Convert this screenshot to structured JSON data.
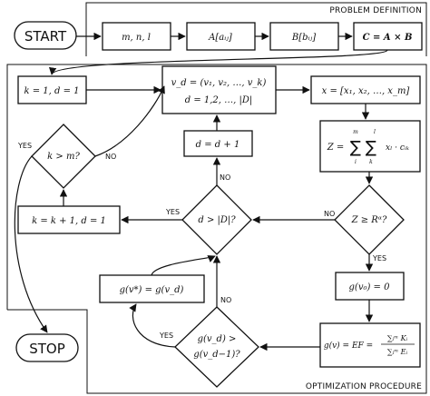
{
  "sections": {
    "problem_definition": "PROBLEM DEFINITION",
    "optimization_procedure": "OPTIMIZATION PROCEDURE"
  },
  "terminals": {
    "start": "START",
    "stop": "STOP"
  },
  "boxes": {
    "params": "m, n, l",
    "matrix_a": "A[aᵢⱼ]",
    "matrix_b": "B[bᵢⱼ]",
    "product": "C = A × B",
    "init": "k = 1, d = 1",
    "vd_line1": "v_d = (v₁, v₂, …, v_k)",
    "vd_line2": "d = 1,2, …, |D|",
    "x_vector": "x = [x₁, x₂, …, x_m]",
    "z_prefix": "Z =",
    "z_expr": "xₗ · cᵢₖ",
    "z_sum_outer_top": "m",
    "z_sum_outer_bottom": "i",
    "z_sum_inner_top": "l",
    "z_sum_inner_bottom": "k",
    "d_increment": "d = d + 1",
    "k_increment": "k = k + 1, d = 1",
    "g_v0": "g(v₀) = 0",
    "g_vstar": "g(v*) = g(v_d)",
    "ef_lhs": "g(v) = EF =",
    "ef_num": "∑ᵢᵐ Kᵢ",
    "ef_den": "∑ᵢᵐ Eᵢ"
  },
  "decisions": {
    "k_gt_m": "k > m?",
    "d_gt_D": "d > |D|?",
    "z_ge_r": "Z ≥ Rᵅ?",
    "g_cmp_line1": "g(v_d) >",
    "g_cmp_line2": "g(v_d−1)?"
  },
  "labels": {
    "yes": "YES",
    "no": "NO"
  }
}
